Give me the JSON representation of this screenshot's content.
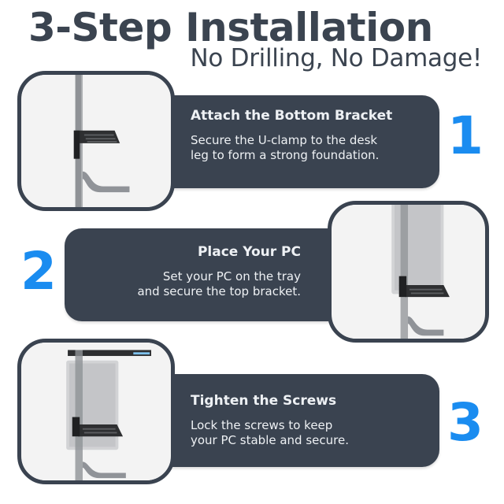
{
  "header": {
    "title": "3-Step Installation",
    "subtitle": "No Drilling, No Damage!"
  },
  "steps": [
    {
      "number": "1",
      "heading": "Attach the Bottom Bracket",
      "lines": [
        "Secure the U-clamp to the desk",
        "leg to form a strong foundation."
      ]
    },
    {
      "number": "2",
      "heading": "Place Your PC",
      "lines": [
        "Set your PC on the tray",
        "and secure the top bracket."
      ]
    },
    {
      "number": "3",
      "heading": "Tighten the Screws",
      "lines": [
        "Lock the screws to keep",
        "your PC stable and secure."
      ]
    }
  ],
  "colors": {
    "title": "#3b4450",
    "panel": "#3a4350",
    "accent": "#1a8cf0",
    "panel_text": "#eef1f4"
  }
}
